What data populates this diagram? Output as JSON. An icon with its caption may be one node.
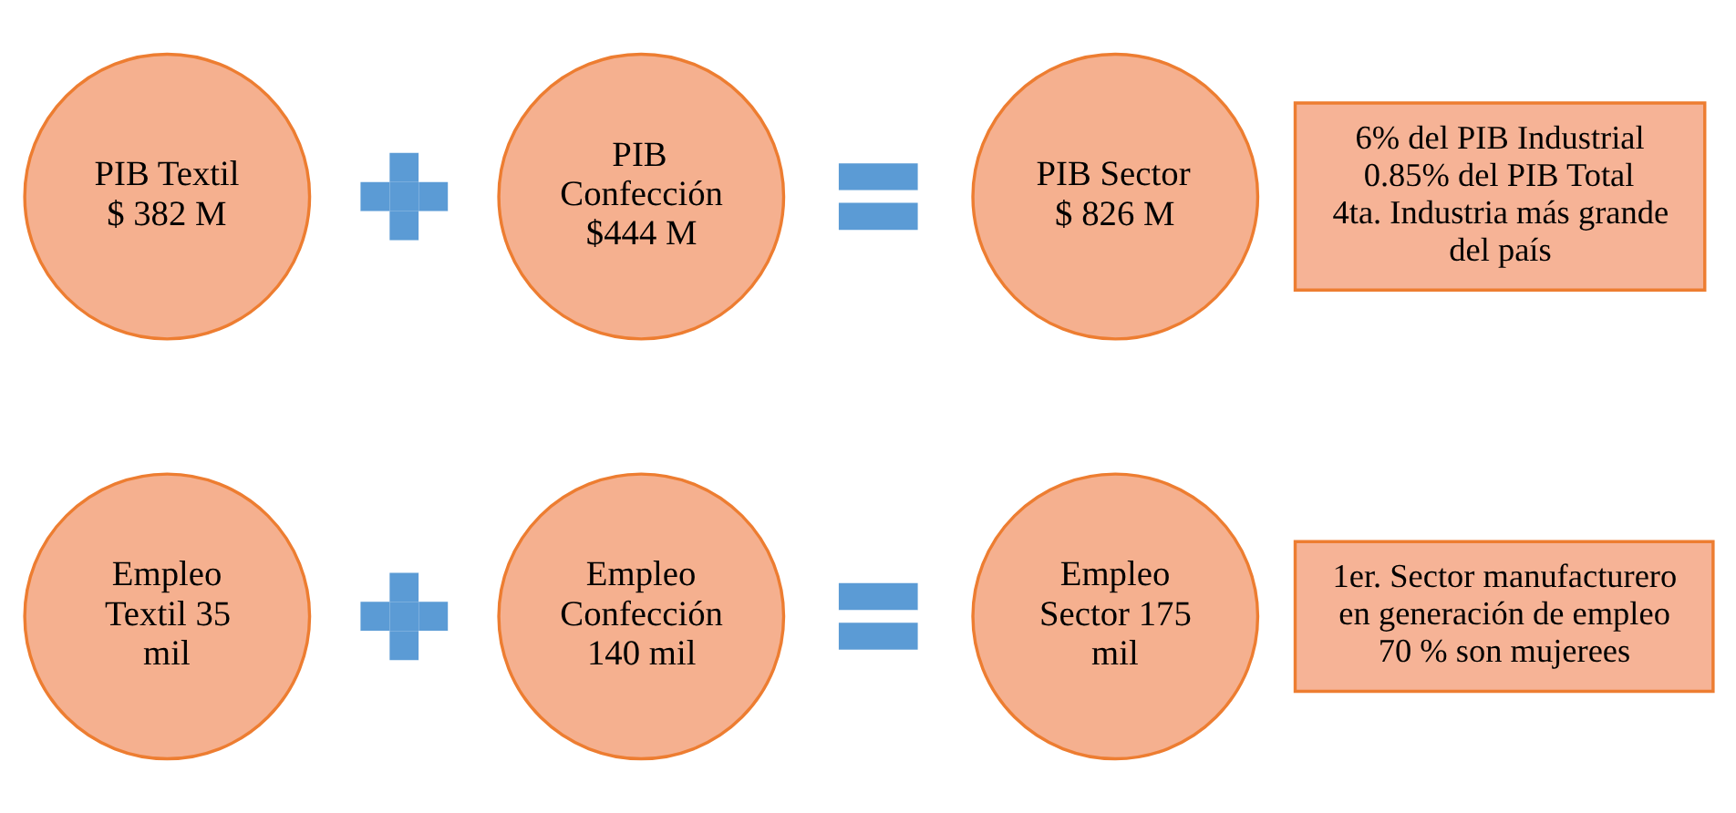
{
  "diagram": {
    "nodes": [
      {
        "text": [
          "PIB Textil $ 382 M"
        ]
      },
      {
        "text": [],
        "shape": "plus"
      },
      {
        "text": [
          "PIB Confección $444 M"
        ]
      },
      {
        "text": [],
        "shape": "equals"
      },
      {
        "text": [
          "PIB Sector $ 826 M"
        ]
      },
      {
        "text": [
          "6% del PIB Industrial",
          "0.85% del PIB Total",
          "4ta. Industria más grande del país"
        ]
      },
      {
        "text": [
          "Empleo Textil 35 mil"
        ]
      },
      {
        "text": [],
        "shape": "plus"
      },
      {
        "text": [
          "Empleo Confección 140 mil"
        ]
      },
      {
        "text": [],
        "shape": "equals"
      },
      {
        "text": [
          "Empleo Sector 175 mil"
        ]
      },
      {
        "text": [
          "1er. Sector manufacturero en generación de empleo",
          "70 % son mujerees"
        ]
      }
    ]
  }
}
